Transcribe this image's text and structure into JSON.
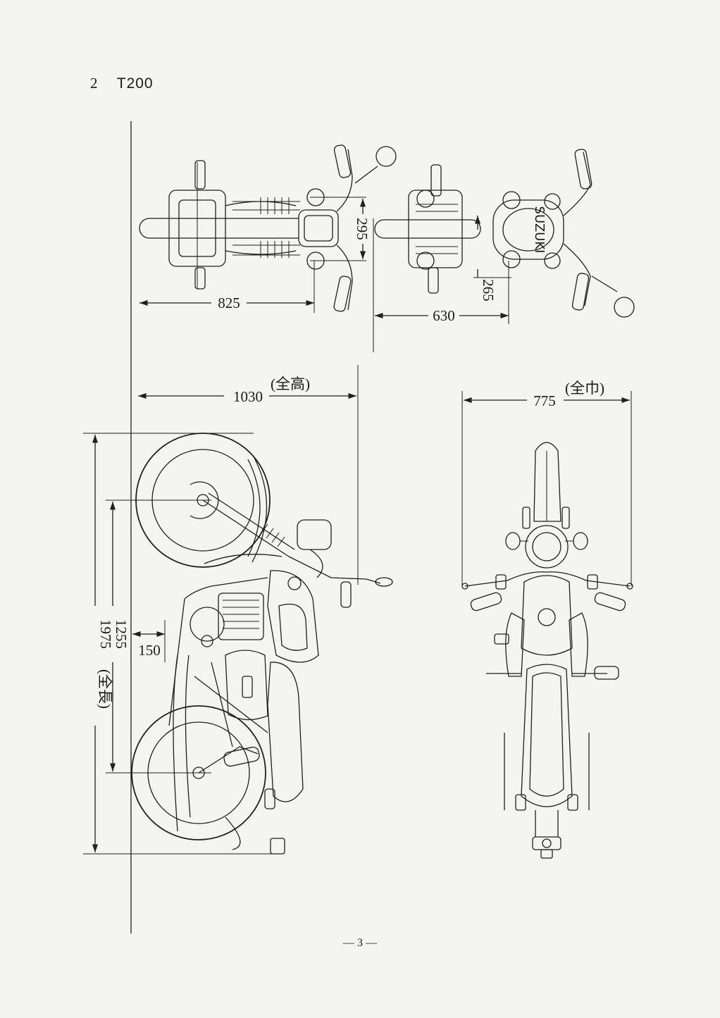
{
  "header": {
    "section_number": "2",
    "model": "T200"
  },
  "dimensions": {
    "top_view_1": "825",
    "top_view_offset": "295",
    "top_view_2": "630",
    "top_view_2_offset": "265",
    "overall_height": "1030",
    "overall_height_label": "(全高)",
    "overall_width": "775",
    "overall_width_label": "(全巾)",
    "wheelbase": "1255",
    "overall_length": "1975",
    "overall_length_label": "(全長)",
    "ground_clearance": "150"
  },
  "tank_brand": "SUZUKI",
  "footer": {
    "page": "— 3 —"
  }
}
